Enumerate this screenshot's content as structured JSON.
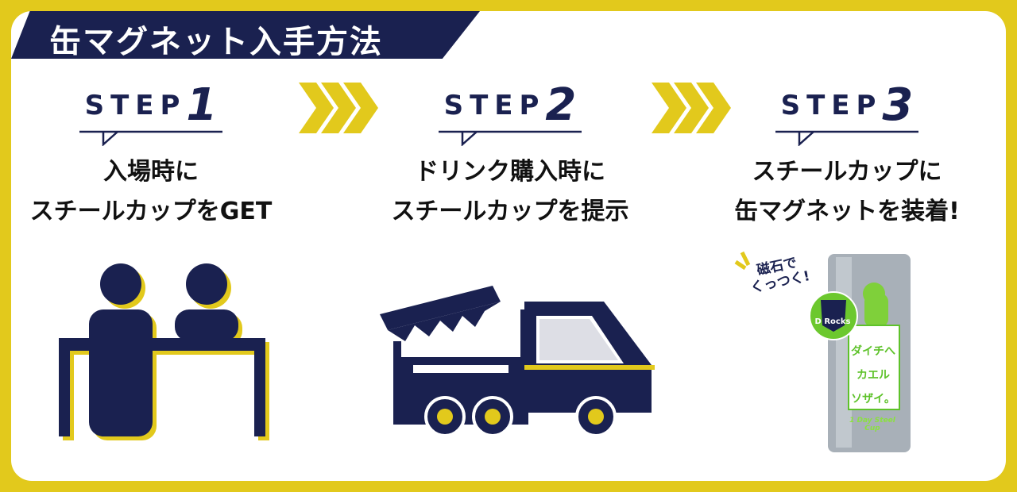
{
  "title": "缶マグネット入手方法",
  "colors": {
    "accent": "#e2c91c",
    "navy": "#1a2150",
    "green": "#5ec22a"
  },
  "steps": [
    {
      "word": "STEP",
      "num": "1",
      "line1": "入場時に",
      "line2": "スチールカップをGET"
    },
    {
      "word": "STEP",
      "num": "2",
      "line1": "ドリンク購入時に",
      "line2": "スチールカップを提示"
    },
    {
      "word": "STEP",
      "num": "3",
      "line1": "スチールカップに",
      "line2": "缶マグネットを装着!"
    }
  ],
  "magnet_note": {
    "line1": "磁石で",
    "line2": "くっつく!"
  },
  "cup": {
    "line1": "ダイチへ",
    "line2": "カエル",
    "line3": "ソザイ。",
    "brand": "1 Day Steel Cup"
  },
  "badge": "D Rocks"
}
